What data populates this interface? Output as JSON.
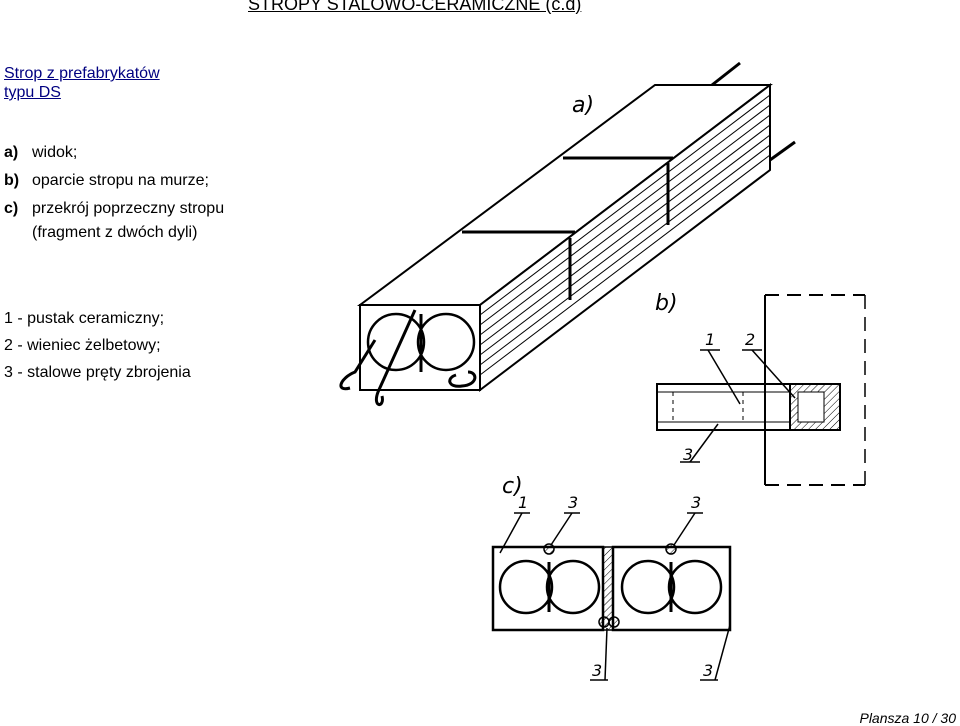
{
  "header": {
    "title": "STROPY STALOWO-CERAMICZNE (c.d)"
  },
  "subtitle": {
    "line1": "Strop z prefabrykatów",
    "line2": "typu DS"
  },
  "legend": [
    {
      "tag": "a)",
      "text": "widok;"
    },
    {
      "tag": "b)",
      "text": "oparcie stropu na murze;"
    },
    {
      "tag": "c)",
      "text": "przekrój poprzeczny stropu",
      "cont": "(fragment z dwóch dyli)"
    }
  ],
  "parts": [
    "1 - pustak ceramiczny;",
    "2 - wieniec żelbetowy;",
    "3 - stalowe pręty zbrojenia"
  ],
  "figure_labels": {
    "a": "a)",
    "b": "b)",
    "c": "c)",
    "b_callouts": [
      "1",
      "2",
      "3"
    ],
    "c_callouts": [
      "1",
      "3",
      "3",
      "3",
      "3"
    ]
  },
  "footer": {
    "page": "Plansza 10 / 30"
  }
}
